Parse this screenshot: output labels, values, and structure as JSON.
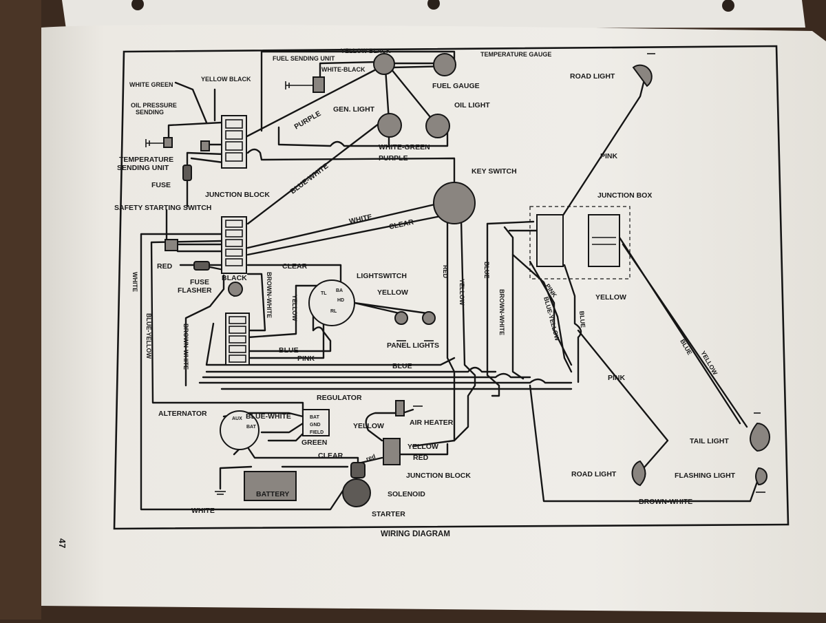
{
  "diagram": {
    "caption": "WIRING DIAGRAM",
    "page_number": "47",
    "labels": {
      "yellow_black_top": "YELLOW BLACK",
      "fuel_sending_unit": "FUEL SENDING UNIT",
      "white_black": "WHITE-BLACK",
      "temperature_gauge": "TEMPERATURE GAUGE",
      "fuel_gauge": "FUEL GAUGE",
      "white_green": "WHITE GREEN",
      "yellow_black": "YELLOW BLACK",
      "oil_pressure_sending_1": "OIL PRESSURE",
      "oil_pressure_sending_2": "SENDING",
      "temperature_sending_1": "TEMPERATURE",
      "temperature_sending_2": "SENDING UNIT",
      "fuse_top": "FUSE",
      "purple_upper": "PURPLE",
      "gen_light": "GEN. LIGHT",
      "oil_light": "OIL LIGHT",
      "white_green_lower": "WHITE-GREEN",
      "purple_lower": "PURPLE",
      "blue_white_upper": "BLUE-WHITE",
      "junction_block_upper": "JUNCTION BLOCK",
      "key_switch": "KEY SWITCH",
      "safety_starting_switch": "SAFETY STARTING SWITCH",
      "white_mid": "WHITE",
      "clear_mid": "CLEAR",
      "red_left": "RED",
      "fuse_left": "FUSE",
      "black": "BLACK",
      "clear_to_lightswitch": "CLEAR",
      "flasher": "FLASHER",
      "brown_white_a": "BROWN-WHITE",
      "yellow_a": "YELLOW",
      "lightswitch": "LIGHTSWITCH",
      "yellow_b": "YELLOW",
      "panel_lights": "PANEL LIGHTS",
      "blue_a": "BLUE",
      "pink_a": "PINK",
      "blue_long": "BLUE",
      "white_vertical": "WHITE",
      "blue_yellow_vertical": "BLUE-YELLOW",
      "brown_white_vertical": "BROWN-WHITE",
      "red_vertical": "RED",
      "yellow_vertical": "YELLOW",
      "blue_vertical": "BLUE",
      "brown_white_right": "BROWN-WHITE",
      "road_light_top": "ROAD LIGHT",
      "pink_right": "PINK",
      "junction_box": "JUNCTION BOX",
      "pink_diag": "PINK",
      "blue_yellow_diag": "BLUE-YELLOW",
      "yellow_right": "YELLOW",
      "blue_right": "BLUE",
      "pink_lower": "PINK",
      "blue_far": "BLUE",
      "yellow_far": "YELLOW",
      "regulator": "REGULATOR",
      "alternator": "ALTERNATOR",
      "blue_white_alt": "BLUE-WHITE",
      "green": "GREEN",
      "air_heater": "AIR HEATER",
      "yellow_loop": "YELLOW",
      "yellow_jb": "YELLOW",
      "red_jb": "RED",
      "junction_block_lower": "JUNCTION BLOCK",
      "clear_lower": "CLEAR",
      "red_small": "red",
      "battery": "BATTERY",
      "solenoid": "SOLENOID",
      "starter": "STARTER",
      "white_bottom": "WHITE",
      "tail_light": "TAIL LIGHT",
      "road_light_bottom": "ROAD LIGHT",
      "flashing_light": "FLASHING LIGHT",
      "brown_white_bottom": "BROWN-WHITE",
      "reg_bat": "BAT",
      "reg_gnd": "GND",
      "reg_field": "FIELD",
      "alt_aux": "AUX",
      "alt_bat": "BAT",
      "ls_tl": "TL",
      "ls_ba": "BA",
      "ls_hd": "HD",
      "ls_rl": "RL"
    }
  }
}
